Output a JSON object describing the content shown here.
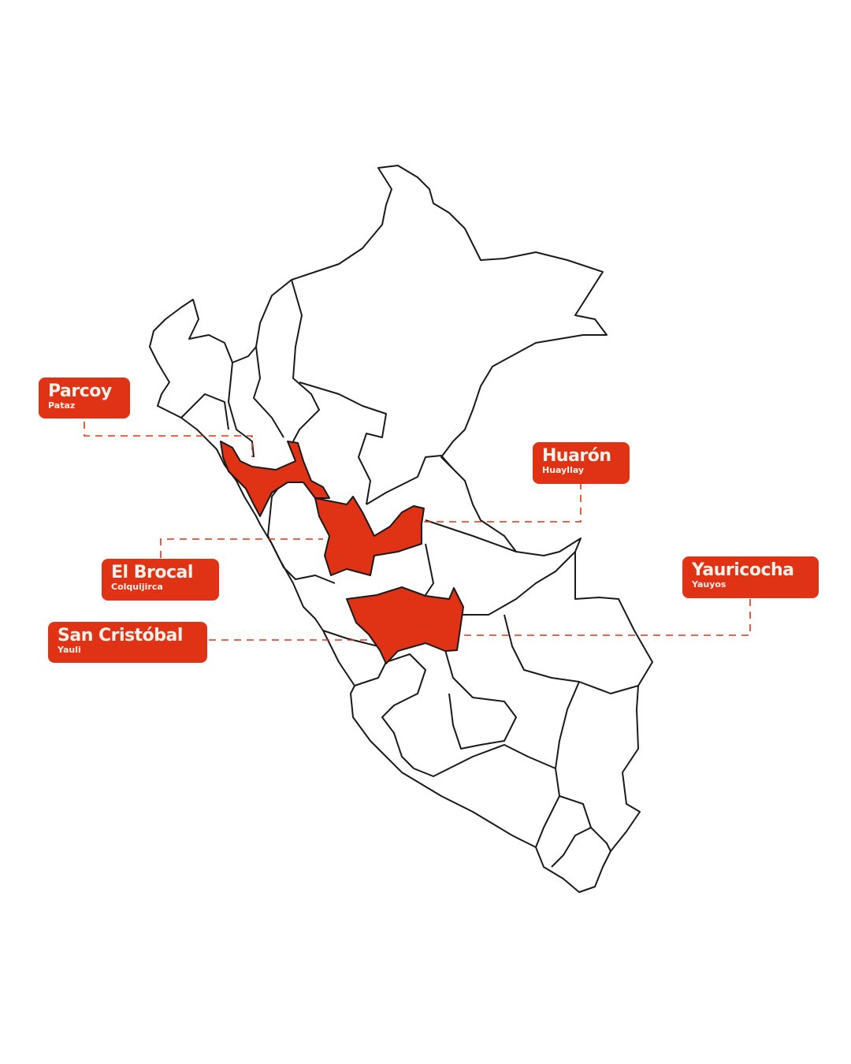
{
  "colors": {
    "accent": "#e03214",
    "outline": "#1a1a1a",
    "background": "#ffffff",
    "label_text": "#f6f1ea"
  },
  "locations": [
    {
      "name": "Parcoy",
      "district": "Pataz"
    },
    {
      "name": "Huarón",
      "district": "Huayllay"
    },
    {
      "name": "El Brocal",
      "district": "Colquijirca"
    },
    {
      "name": "Yauricocha",
      "district": "Yauyos"
    },
    {
      "name": "San Cristóbal",
      "district": "Yauli"
    }
  ]
}
